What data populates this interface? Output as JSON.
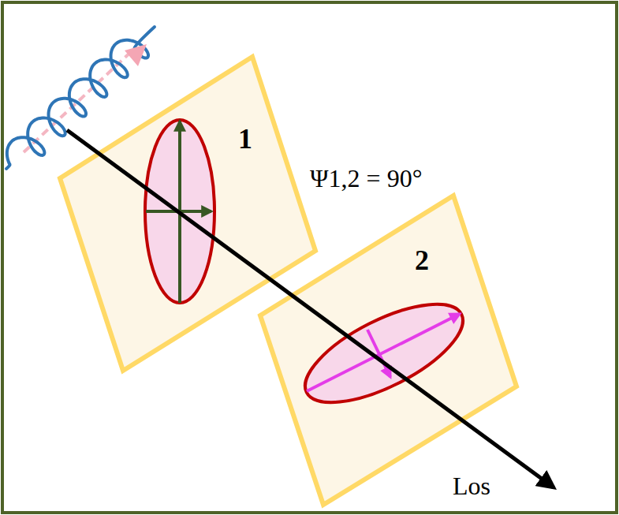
{
  "diagram": {
    "nodes": [
      {
        "text": [
          "1"
        ]
      },
      {
        "text": [
          "2"
        ]
      }
    ],
    "labels": [
      "Ψ1,2 = 90°",
      "Los"
    ]
  }
}
